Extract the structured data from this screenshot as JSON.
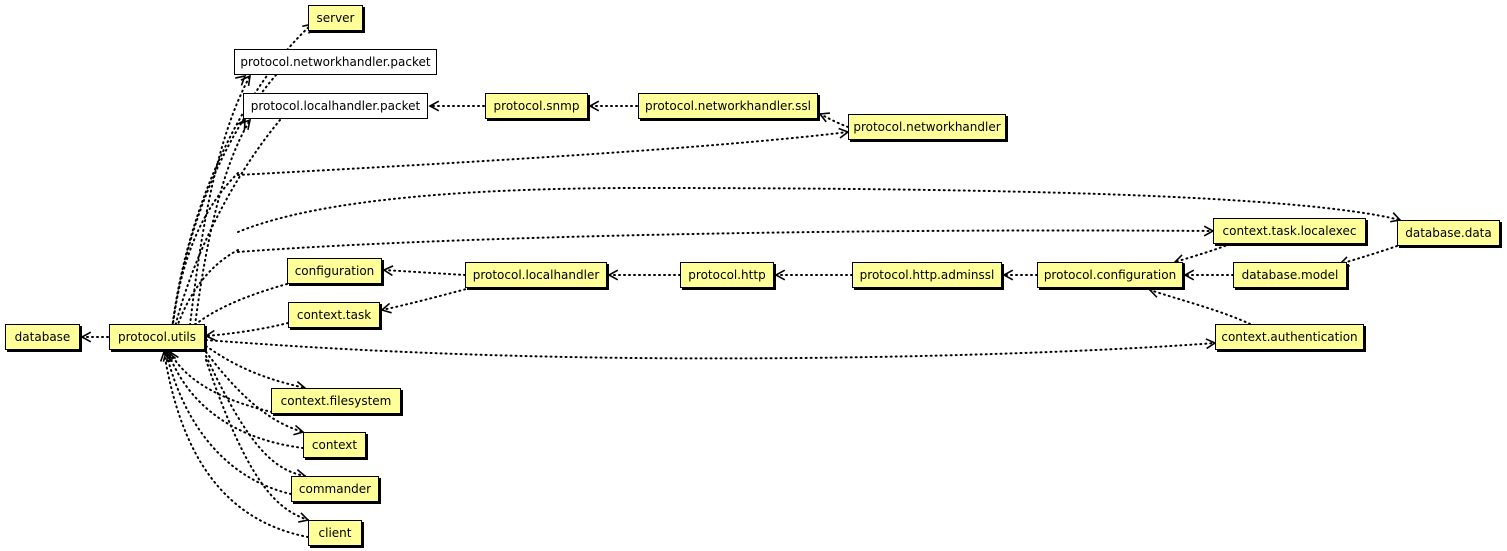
{
  "palette": {
    "package_fill": "#ffff99",
    "external_fill": "#ffffff",
    "line": "#000000"
  },
  "nodes": {
    "server": "server",
    "networkhandler_packet": "protocol.networkhandler.packet",
    "localhandler_packet": "protocol.localhandler.packet",
    "snmp": "protocol.snmp",
    "networkhandler_ssl": "protocol.networkhandler.ssl",
    "networkhandler": "protocol.networkhandler",
    "database_data": "database.data",
    "context_task_localexec": "context.task.localexec",
    "configuration": "configuration",
    "localhandler": "protocol.localhandler",
    "http": "protocol.http",
    "http_adminssl": "protocol.http.adminssl",
    "protocol_configuration": "protocol.configuration",
    "database_model": "database.model",
    "context_task": "context.task",
    "database": "database",
    "utils": "protocol.utils",
    "context_authentication": "context.authentication",
    "context_filesystem": "context.filesystem",
    "context": "context",
    "commander": "commander",
    "client": "client"
  }
}
